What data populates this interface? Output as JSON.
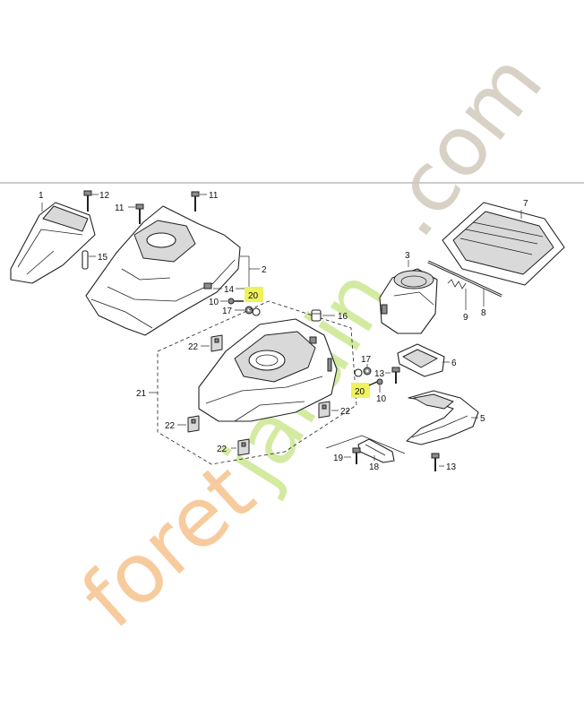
{
  "diagram": {
    "part_numbers": {
      "p1": "1",
      "p2": "2",
      "p3": "3",
      "p5": "5",
      "p6": "6",
      "p7": "7",
      "p8": "8",
      "p9": "9",
      "p10a": "10",
      "p10b": "10",
      "p11a": "11",
      "p11b": "11",
      "p12": "12",
      "p13a": "13",
      "p13b": "13",
      "p14": "14",
      "p15": "15",
      "p16": "16",
      "p17a": "17",
      "p17b": "17",
      "p18": "18",
      "p19": "19",
      "p20a": "20",
      "p20b": "20",
      "p21": "21",
      "p22a": "22",
      "p22b": "22",
      "p22c": "22",
      "p22d": "22"
    },
    "highlighted_parts": [
      "20"
    ],
    "highlight_color": "#eef25c"
  },
  "watermark": {
    "part1": "foret",
    "part2": "jardin",
    "part3": ".com",
    "colors": {
      "foret": "#f6c28c",
      "jardin": "#c9e58a",
      "com": "#cfc8b8"
    }
  }
}
